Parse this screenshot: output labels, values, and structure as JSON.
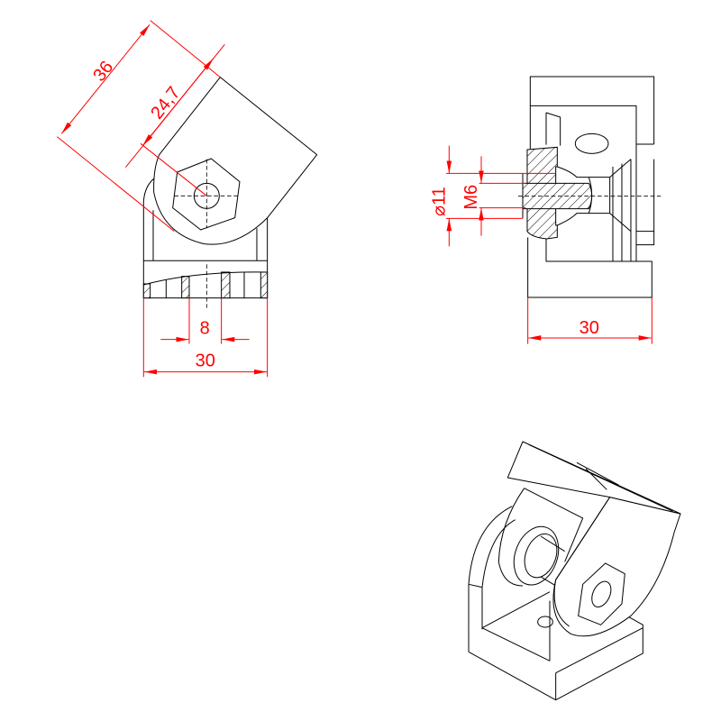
{
  "colors": {
    "outline": "#000000",
    "dimension": "#ff0000",
    "background": "#ffffff"
  },
  "front_view": {
    "dim_overall_arm": "36",
    "dim_pivot_to_edge": "24,7",
    "dim_slot_width": "8",
    "dim_base_width": "30"
  },
  "side_view": {
    "dim_head_diameter": "⌀11",
    "dim_thread": "M6",
    "dim_base_depth": "30"
  }
}
